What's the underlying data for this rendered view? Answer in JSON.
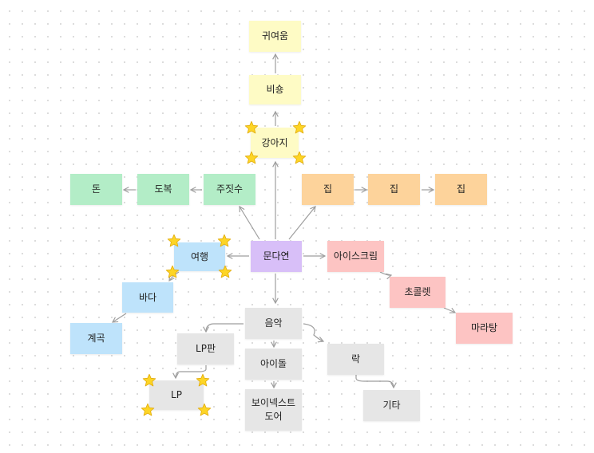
{
  "colors": {
    "yellow": "#FEFBC5",
    "orange": "#FDD39B",
    "green": "#B3EDC7",
    "purple": "#D8BFF8",
    "blue": "#BEE3FB",
    "pink": "#FDC4C3",
    "gray": "#E6E6E6",
    "edge": "#9E9E9E",
    "star": "#FDD526",
    "star_stroke": "#E2AC0C"
  },
  "nodes": {
    "root": "문다연",
    "puppy": "강아지",
    "bisong": "비숑",
    "cute": "귀여움",
    "habit": "주짓수",
    "uniform": "도복",
    "money": "돈",
    "home1": "집",
    "home2": "집",
    "home3": "집",
    "travel": "여행",
    "sea": "바다",
    "valley": "계곡",
    "icecream": "아이스크림",
    "chocolate": "초콜렛",
    "malatang": "마라탕",
    "music": "음악",
    "lp_plate": "LP판",
    "lp": "LP",
    "idol": "아이돌",
    "boynext": "보이넥스트\n도어",
    "rock": "락",
    "guitar": "기타"
  }
}
